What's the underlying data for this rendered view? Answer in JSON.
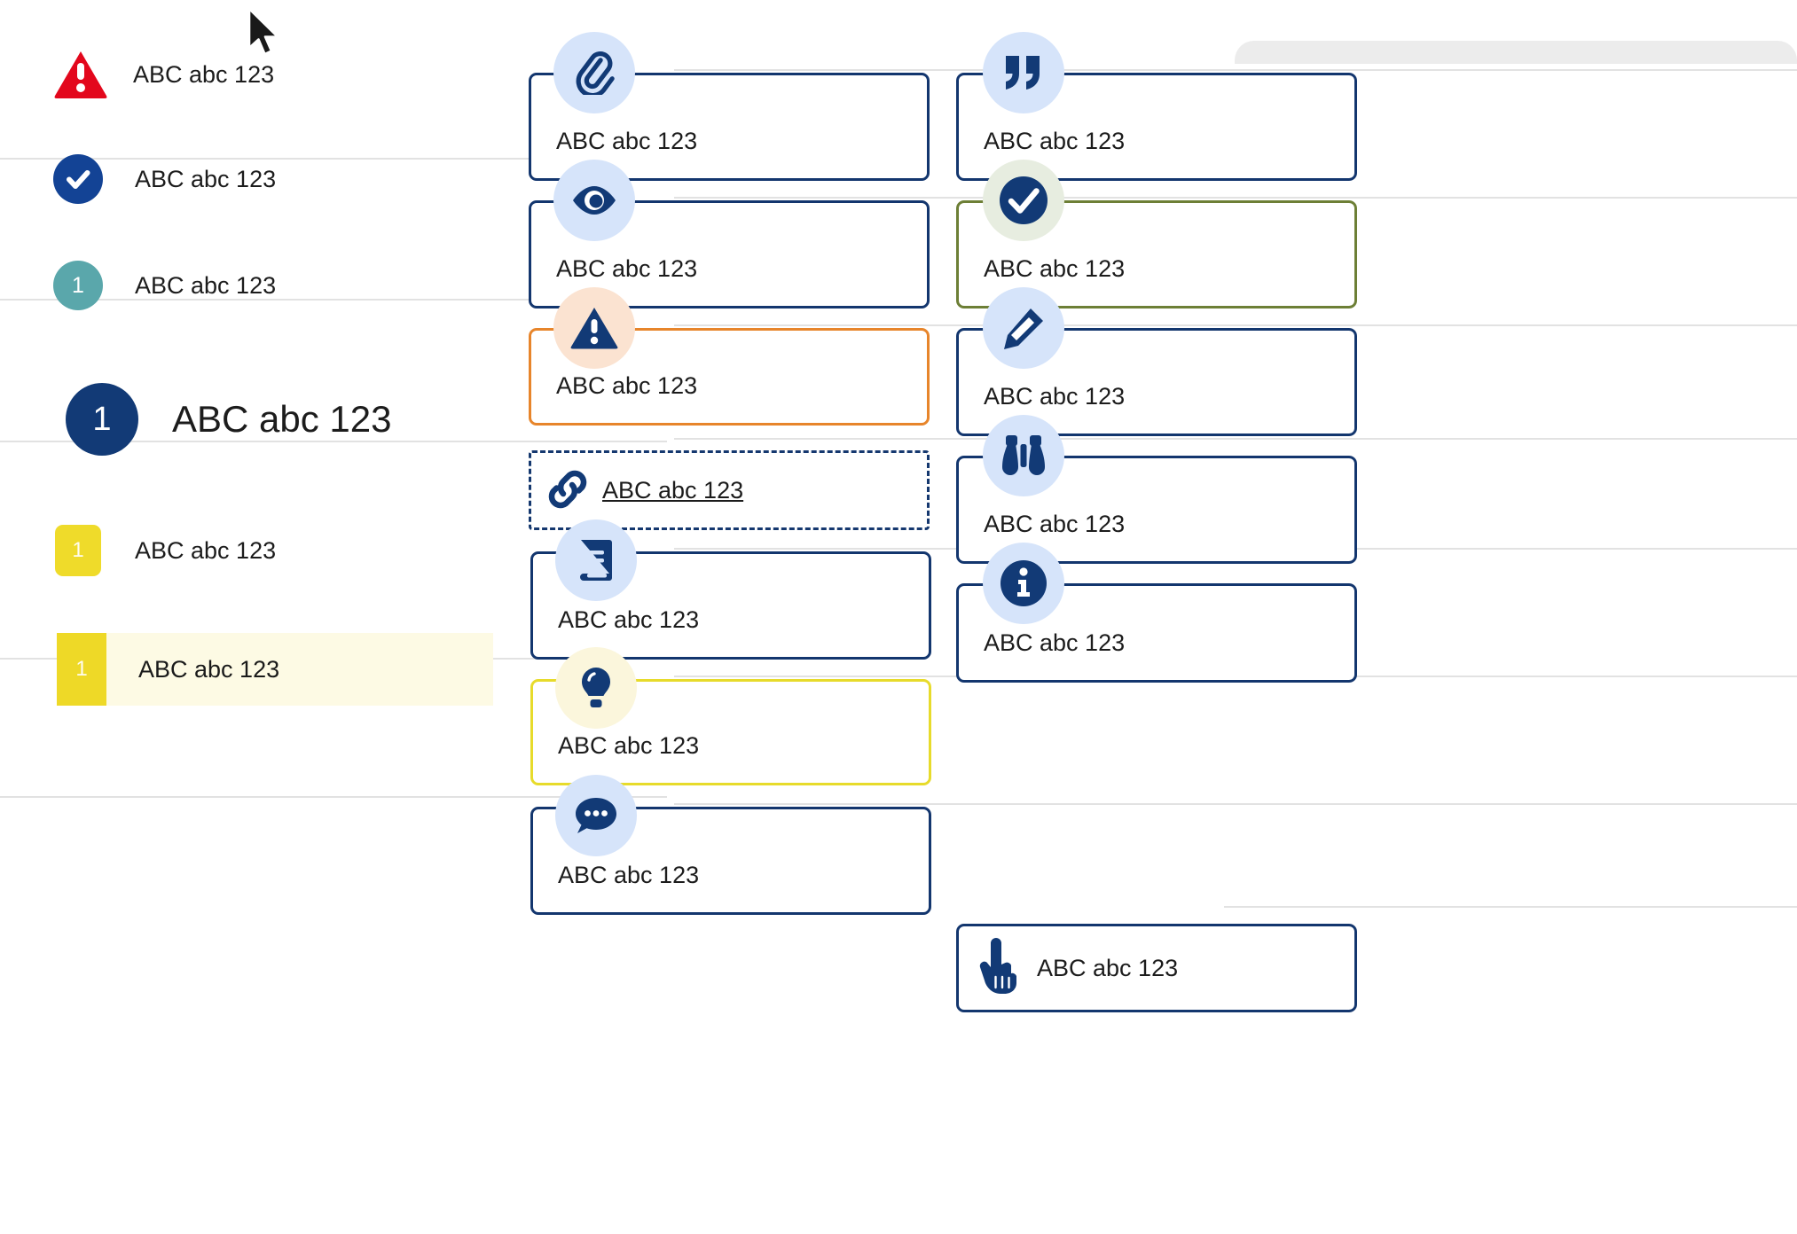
{
  "sample_text": "ABC abc 123",
  "separators": {
    "color": "#e2e2e2"
  },
  "left_column": {
    "rows": [
      {
        "badge_type": "triangle-alert",
        "badge_color": "#e3071c",
        "badge_text": "",
        "label": "ABC abc 123"
      },
      {
        "badge_type": "circle-check",
        "badge_color": "#134395",
        "badge_text": "",
        "label": "ABC abc 123"
      },
      {
        "badge_type": "circle-number",
        "badge_color": "#5aa7ab",
        "badge_text": "1",
        "label": "ABC abc 123"
      },
      {
        "badge_type": "circle-number-large",
        "badge_color": "#123a76",
        "badge_text": "1",
        "label": "ABC abc 123"
      },
      {
        "badge_type": "square-number",
        "badge_color": "#efdb2a",
        "badge_text": "1",
        "label": "ABC abc 123"
      },
      {
        "badge_type": "highlighted-bar-number",
        "badge_color": "#eed927",
        "badge_text": "1",
        "label": "ABC abc 123",
        "highlight_color": "#fdfae4"
      }
    ]
  },
  "middle_column": {
    "cards": [
      {
        "icon": "paperclip-icon",
        "label": "ABC abc 123",
        "border_color": "#13366e",
        "bubble_color": "#d6e4fa",
        "style": "solid"
      },
      {
        "icon": "eye-icon",
        "label": "ABC abc 123",
        "border_color": "#13366e",
        "bubble_color": "#d6e4fa",
        "style": "solid"
      },
      {
        "icon": "warning-triangle-icon",
        "label": "ABC abc 123",
        "border_color": "#e7852b",
        "bubble_color": "#fbe3d1",
        "style": "solid"
      },
      {
        "icon": "link-icon",
        "label": "ABC abc 123",
        "border_color": "#15386f",
        "bubble_color": "none",
        "style": "dashed"
      },
      {
        "icon": "book-icon",
        "label": "ABC abc 123",
        "border_color": "#13366e",
        "bubble_color": "#d6e4fa",
        "style": "solid"
      },
      {
        "icon": "lightbulb-icon",
        "label": "ABC abc 123",
        "border_color": "#e7db2b",
        "bubble_color": "#fbf6dc",
        "style": "solid"
      },
      {
        "icon": "comment-icon",
        "label": "ABC abc 123",
        "border_color": "#13366e",
        "bubble_color": "#d6e4fa",
        "style": "solid"
      }
    ]
  },
  "right_column": {
    "cards": [
      {
        "icon": "quote-icon",
        "label": "ABC abc 123",
        "border_color": "#13366e",
        "bubble_color": "#d6e4fa",
        "style": "solid"
      },
      {
        "icon": "check-circle-icon",
        "label": "ABC abc 123",
        "border_color": "#6d7f36",
        "bubble_color": "#e7ede0",
        "style": "solid"
      },
      {
        "icon": "pencil-icon",
        "label": "ABC abc 123",
        "border_color": "#13366e",
        "bubble_color": "#d6e4fa",
        "style": "solid"
      },
      {
        "icon": "binoculars-icon",
        "label": "ABC abc 123",
        "border_color": "#13366e",
        "bubble_color": "#d6e4fa",
        "style": "solid"
      },
      {
        "icon": "info-circle-icon",
        "label": "ABC abc 123",
        "border_color": "#13366e",
        "bubble_color": "#d6e4fa",
        "style": "solid"
      },
      {
        "icon": "pointing-hand-icon",
        "label": "ABC abc 123",
        "border_color": "#13366e",
        "bubble_color": "none",
        "style": "solid"
      }
    ]
  },
  "cursor": {
    "icon": "mouse-pointer-icon"
  }
}
